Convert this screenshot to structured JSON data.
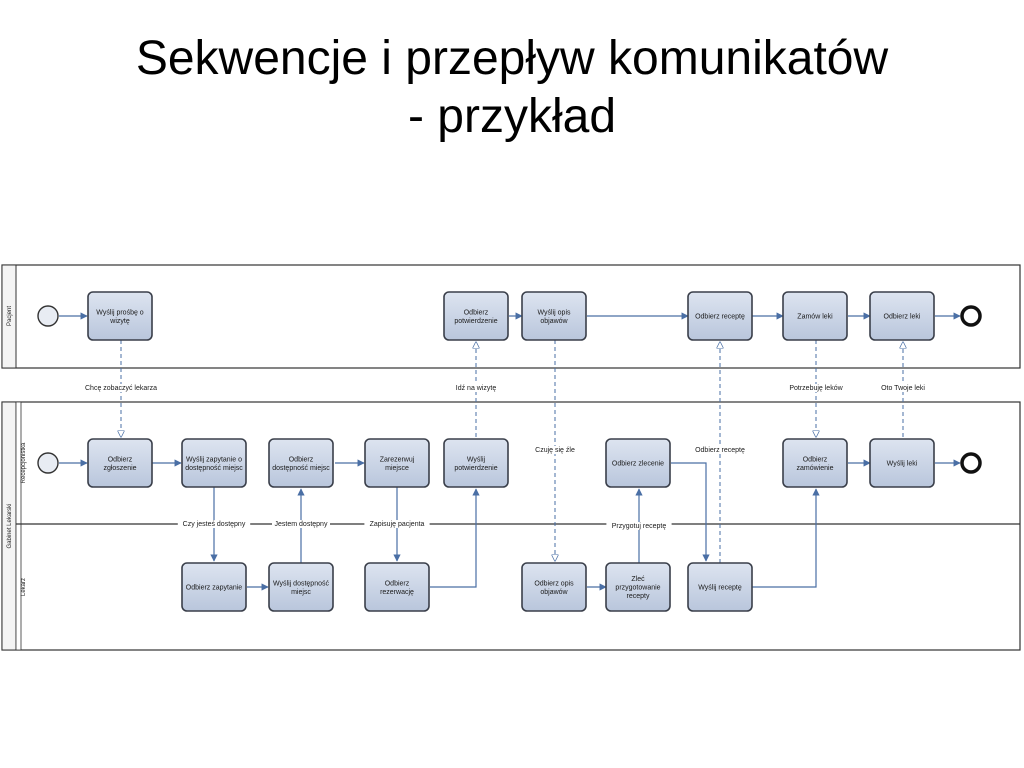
{
  "title": {
    "line1": "Sekwencje i przepływ komunikatów",
    "line2": "- przykład"
  },
  "pools": {
    "pacjent": "Pacjent",
    "gabinet": "Gabinet Lekarski",
    "recepcjonistka": "Recepcjonistka",
    "lekarz": "Lekarz"
  },
  "tasks": {
    "p_prosba": [
      "Wyślij prośbę o",
      "wizytę"
    ],
    "p_odbierz_potw": [
      "Odbierz",
      "potwierdzenie"
    ],
    "p_opis": [
      "Wyślij opis",
      "objawów"
    ],
    "p_odbierz_recepte": [
      "Odbierz receptę"
    ],
    "p_zamow": [
      "Zamów leki"
    ],
    "p_odbierz_leki": [
      "Odbierz leki"
    ],
    "r_odbierz_zgl": [
      "Odbierz",
      "zgłoszenie"
    ],
    "r_zapytanie": [
      "Wyślij zapytanie o",
      "dostępność miejsc"
    ],
    "r_odbierz_dost": [
      "Odbierz",
      "dostępność miejsc"
    ],
    "r_zarezerwuj": [
      "Zarezerwuj",
      "miejsce"
    ],
    "r_wyslij_potw": [
      "Wyślij",
      "potwierdzenie"
    ],
    "r_odbierz_zlec": [
      "Odbierz zlecenie"
    ],
    "r_odbierz_zam": [
      "Odbierz",
      "zamówienie"
    ],
    "r_wyslij_leki": [
      "Wyślij leki"
    ],
    "l_odbierz_zap": [
      "Odbierz zapytanie"
    ],
    "l_wyslij_dost": [
      "Wyślij dostępność",
      "miejsc"
    ],
    "l_odbierz_rez": [
      "Odbierz",
      "rezerwację"
    ],
    "l_odbierz_opis": [
      "Odbierz opis",
      "objawów"
    ],
    "l_zlec": [
      "Zleć",
      "przygotowanie",
      "recepty"
    ],
    "l_wyslij_rec": [
      "Wyślij receptę"
    ]
  },
  "messages": {
    "m_chce": "Chcę zobaczyć lekarza",
    "m_idz": "Idź na wizytę",
    "m_potrzebuje": "Potrzebuję leków",
    "m_oto": "Oto Twoje leki",
    "m_czuje": "Czuję się źle",
    "m_odbierz_rec": "Odbierz receptę",
    "m_czy": "Czy jesteś dostępny",
    "m_jestem": "Jestem dostępny",
    "m_zapisuje": "Zapisuję pacjenta",
    "m_przygotuj": "Przygotuj receptę"
  },
  "colors": {
    "task_fill": "#c9d4e6",
    "task_stroke": "#3a3f4a",
    "flow": "#4a6fa5",
    "pool_stroke": "#333333"
  }
}
